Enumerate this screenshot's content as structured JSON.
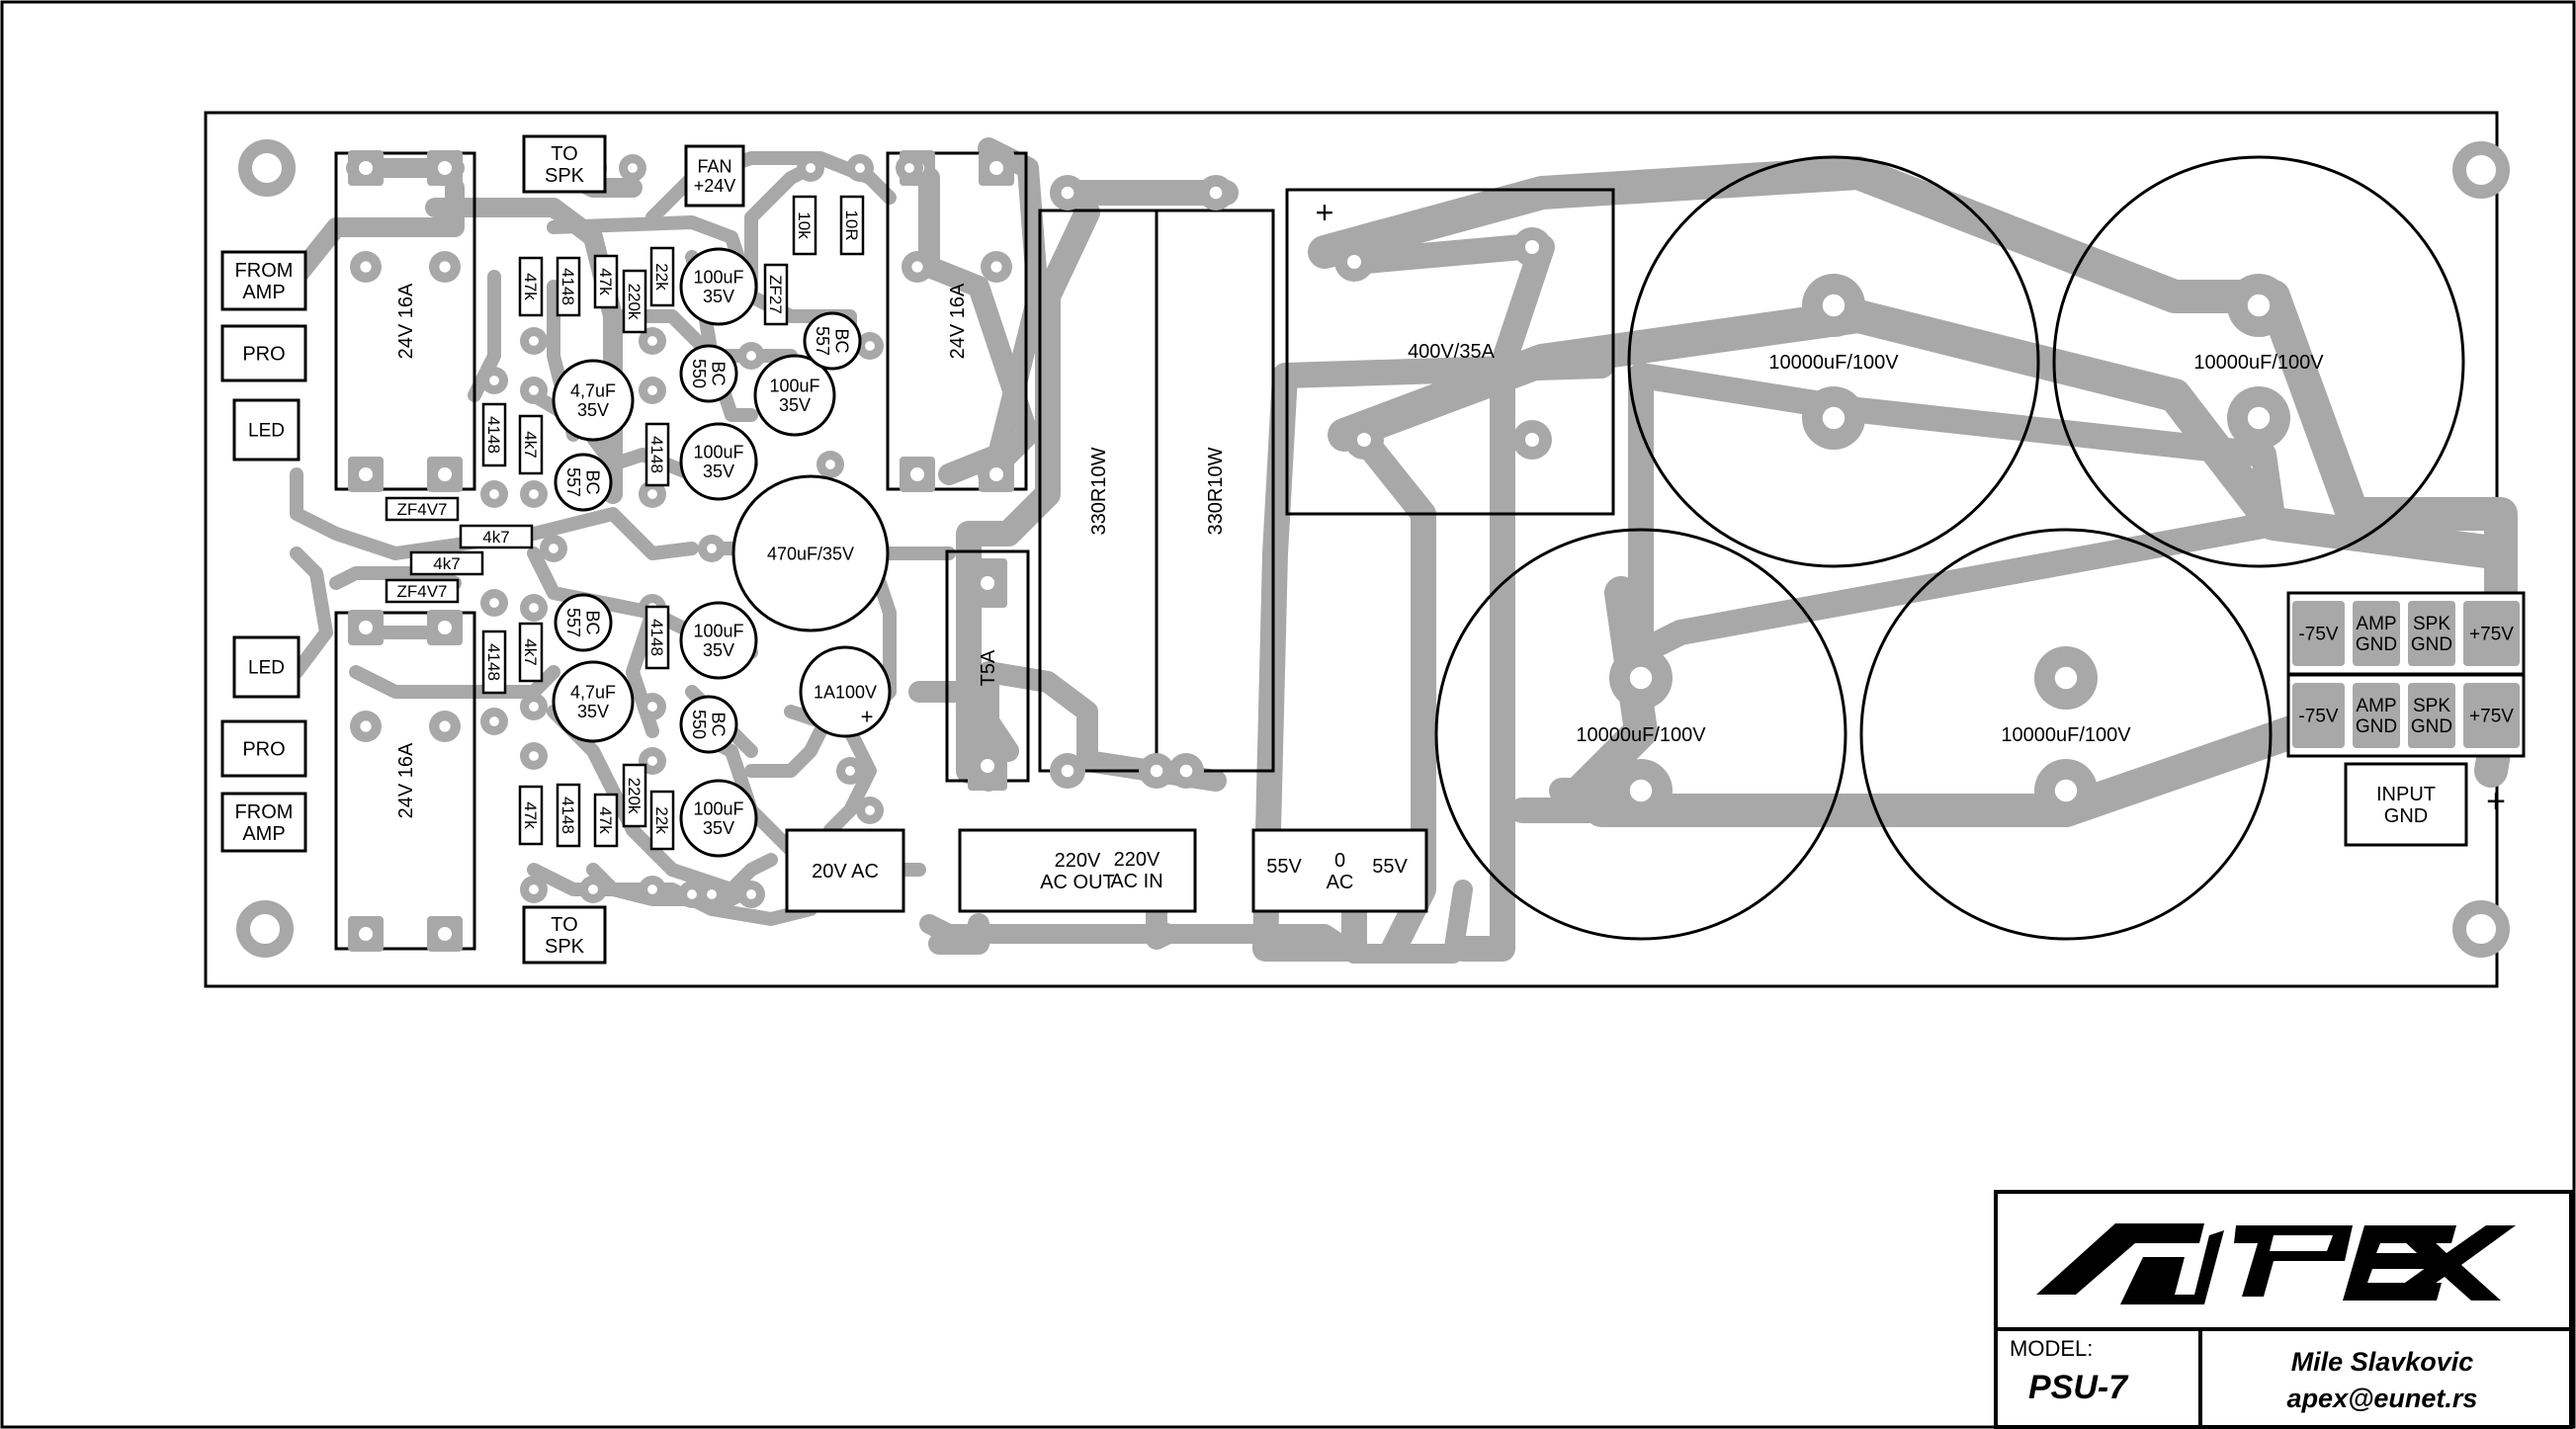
{
  "board": {
    "colors": {
      "trace": "#a8a8a8",
      "outline": "#000000",
      "pad_hole": "#ffffff"
    },
    "connectors": {
      "to_spk_top": "TO|SPK",
      "to_spk_bottom": "TO|SPK",
      "from_amp_top": "FROM|AMP",
      "from_amp_bottom": "FROM|AMP",
      "pro_top": "PRO",
      "pro_bottom": "PRO",
      "led_top": "LED",
      "led_bottom": "LED",
      "fan": "FAN|+24V",
      "ac20": "20V AC",
      "ac220_out": "220V|AC OUT",
      "ac220_in": "220V|AC IN",
      "ac55_left": "55V",
      "ac55_zero": "0|AC",
      "ac55_right": "55V",
      "out_row1": [
        "-75V",
        "AMP|GND",
        "SPK|GND",
        "+75V"
      ],
      "out_row2": [
        "-75V",
        "AMP|GND",
        "SPK|GND",
        "+75V"
      ],
      "input_gnd": "INPUT|GND"
    },
    "components": {
      "relay_top_left": "24V 16A",
      "relay_bottom_left": "24V 16A",
      "relay_right": "24V 16A",
      "resistor_330_a": "330R10W",
      "resistor_330_b": "330R10W",
      "fuse": "T5A",
      "bridge": "400V/35A",
      "cap_big": "10000uF/100V",
      "cap_470": "470uF/35V",
      "cap_100": "100uF|35V",
      "cap_4u7": "4,7uF|35V",
      "rect_1a": "1A100V",
      "transistor_bc557": "BC|557",
      "transistor_bc550": "BC|550",
      "zener_4v7": "ZF4V7",
      "zener_27": "ZF27",
      "diode_4148": "4148",
      "r_47k": "47k",
      "r_220k": "220k",
      "r_22k": "22k",
      "r_4k7": "4k7",
      "r_10k": "10k",
      "r_10r": "10R"
    },
    "polarity": {
      "plus": "+",
      "minus": "-"
    }
  },
  "title_block": {
    "logo": "APEX",
    "model_label": "MODEL:",
    "model": "PSU-7",
    "author": "Mile Slavkovic",
    "email": "apex@eunet.rs"
  }
}
